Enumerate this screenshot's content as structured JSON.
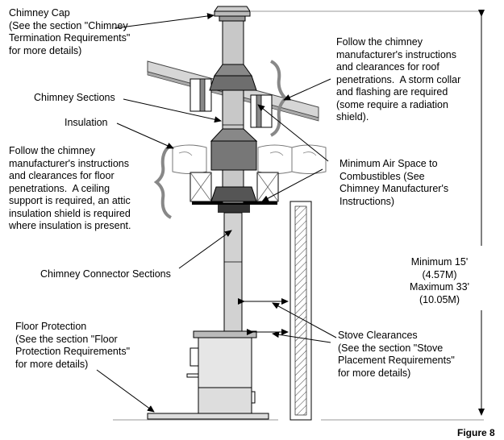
{
  "labels": {
    "chimney_cap": "Chimney Cap\n(See the section \"Chimney\nTermination Requirements\"\nfor more details)",
    "roof_instructions": "Follow the chimney\nmanufacturer's instructions\nand clearances for roof\npenetrations.  A storm collar\nand flashing are required\n(some require a radiation\nshield).",
    "chimney_sections": "Chimney Sections",
    "insulation": "Insulation",
    "floor_instructions": "Follow the chimney\nmanufacturer's instructions\nand clearances for floor\npenetrations.  A ceiling\nsupport is required, an attic\ninsulation shield is required\nwhere insulation is present.",
    "min_air_space": "Minimum Air Space to\nCombustibles (See\nChimney Manufacturer's\nInstructions)",
    "height": "Minimum 15'\n(4.57M)\nMaximum 33'\n(10.05M)",
    "connector_sections": "Chimney Connector Sections",
    "floor_protection": "Floor Protection\n(See the section \"Floor\nProtection Requirements\"\nfor more details)",
    "stove_clearances": "Stove Clearances\n(See the section \"Stove\nPlacement Requirements\"\nfor more details)",
    "figure": "Figure 8"
  }
}
